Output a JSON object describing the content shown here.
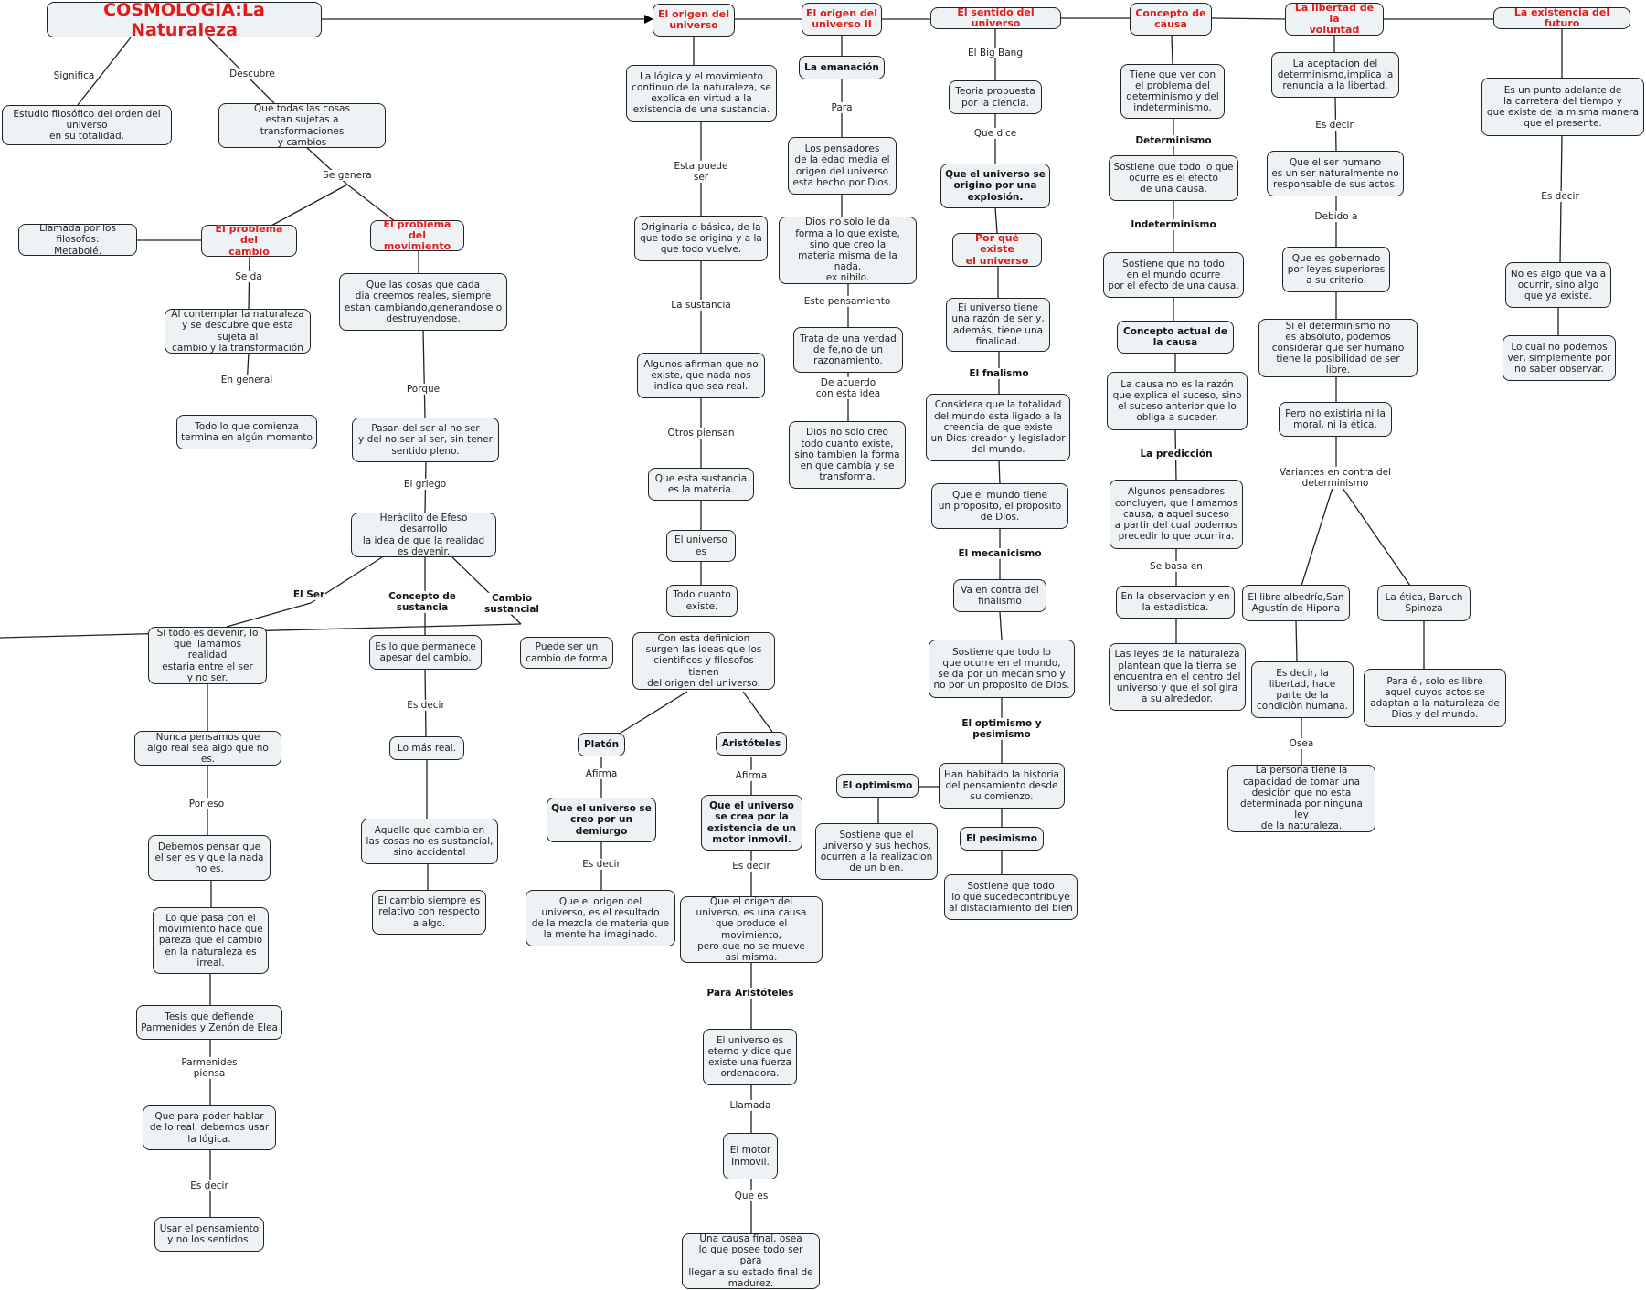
{
  "map": {
    "title": "COSMOLOGIA:La Naturaleza",
    "colors": {
      "node_fill": "#edf3f5",
      "node_border": "#222222",
      "topic_text": "#e21a1a",
      "text": "#222222",
      "background": "#ffffff"
    }
  },
  "nodes": {
    "root": "COSMOLOGIA:La Naturaleza",
    "estudio": "Estudio filosófico del orden del universo\nen su totalidad.",
    "todas_cosas": "Que todas las cosas\nestan sujetas a transformaciones\ny cambios",
    "metabole": "Llamada por los filosofos:\nMetabolé.",
    "prob_cambio": "El problema del\ncambio",
    "prob_mov": "El problema del\nmovimiento",
    "contemplar": "Al contemplar la naturaleza\ny se descubre que esta sujeta al\ncambio y la transformación",
    "todo_comienza": "Todo lo que comienza\ntermina en algún momento",
    "cosas_reales": "Que las cosas que cada\ndia creemos reales, siempre\nestan cambiando,generandose o\ndestruyendose.",
    "pasan_ser": "Pasan del ser al no ser\ny del no ser al ser, sin tener\nsentido pleno.",
    "heraclito": "Heráclito de Efeso desarrollo\nla idea de que la realidad\nes devenir.",
    "si_todo_devenir": "Si todo es devenir, lo\nque llamamos realidad\nestaria entre el ser\ny no ser.",
    "nunca_pensamos": "Nunca pensamos que\nalgo real sea algo que no es.",
    "debemos_pensar": "Debemos pensar que\nel ser es y que la nada\nno es.",
    "lo_que_pasa": "Lo que pasa con el\nmovimiento hace que\npareza que el cambio\nen la naturaleza es\nirreal.",
    "tesis": "Tesis que defiende\nParmenides y Zenón de Elea",
    "para_hablar": "Que para poder hablar\nde lo real, debemos usar\nla lógica.",
    "usar_pensamiento": "Usar el pensamiento\ny no los sentidos.",
    "permanece": "Es lo que permanece\napesar del cambio.",
    "mas_real": "Lo más real.",
    "aquello_cambia": "Aquello que cambia en\nlas cosas no es sustancial,\nsino accidental",
    "cambio_relativo": "El cambio siempre es\nrelativo con respecto\na algo.",
    "cambio_forma": "Puede ser un\ncambio de forma",
    "origen1": "El origen del\nuniverso",
    "logica_mov": "La lógica y el movimiento\ncontinuo de la naturaleza, se\nexplica en virtud a la\nexistencia de una sustancia.",
    "originaria": "Originaria o básica, de la\nque todo se origina y a la\nque todo vuelve.",
    "algunos_afirman": "Algunos afirman que no\nexiste, que nada nos\nindica que sea real.",
    "materia": "Que esta sustancia\nes la materia.",
    "universo_es": "El universo\nes",
    "todo_cuanto": "Todo cuanto\nexiste.",
    "con_definicion": "Con esta definicion\nsurgen las ideas que los\ncientificos y filosofos tienen\ndel origen del universo.",
    "platon": "Platón",
    "aristoteles": "Aristóteles",
    "demiurgo": "Que el universo se\ncreo por un\ndemiurgo",
    "motor_inmovil_b": "Que el universo\nse crea por la\nexistencia de un\nmotor inmovil.",
    "mezcla": "Que el origen del\nuniverso, es el resultado\nde la mezcla de materia que\nla mente ha imaginado.",
    "causa_mov": "Que el origen del\nuniverso, es una causa\nque produce el movimiento,\npero que no se mueve\nasi misma.",
    "eterno": "El universo es\neterno y dice que\nexiste una fuerza\nordenadora.",
    "motor": "El motor\nInmovil.\n ",
    "causa_final": "Una causa final, osea\nlo que posee todo ser para\nllegar a su estado final de\nmadurez.",
    "origen2": "El origen del\nuniverso II",
    "emanacion": "La emanación",
    "pensadores": "Los pensadores\nde la edad media el\norigen del universo\nesta hecho por Dios.",
    "dios_forma": "Dios no solo le da\nforma a lo que existe,\nsino que creo la\nmateria misma de la nada,\nex nihilo.",
    "verdad_fe": "Trata de una verdad\nde fe,no de un\nrazonamiento.",
    "dios_creo": "Dios no solo creo\ntodo cuanto existe,\nsino tambien la forma\nen que cambia y se\ntransforma.",
    "sentido": "El sentido del universo",
    "teoria": "Teoria propuesta\npor la ciencia.",
    "explosion": "Que el universo se\norigino por una\nexplosión.",
    "por_que": "Por qué existe\nel universo",
    "razon_ser": "Ei universo tiene\nuna razón de ser y,\nademás, tiene una\nfinalidad.",
    "totalidad": "Considera que la totalidad\ndel mundo esta ligado a la\ncreencia de que existe\nun Dios creador y legislador\ndel mundo.",
    "proposito": "Que el mundo tiene\nun proposito, el proposito\nde Dios.",
    "contra_finalismo": "Va en contra del\nfinalismo",
    "mecanismo": "Sostiene que todo lo\nque ocurre en el mundo,\nse da por un mecanismo y\nno por un proposito de Dios.",
    "habitado": "Han habitado la historia\ndel pensamiento desde\nsu comienzo.",
    "optimismo": "El optimismo",
    "pesimismo": "El pesimismo",
    "bien": "Sostiene que el\nuniverso y sus hechos,\nocurren a la realizacion\nde un bien.",
    "distanciamiento": "Sostiene que todo\nlo que sucedecontribuye\nal distaciamiento del bien",
    "causa": "Concepto de\ncausa",
    "tiene_ver": "Tiene que ver con\nel problema del\ndeterminismo y del\nindeterminismo.",
    "det_def": "Sostiene que todo lo que\nocurre es el efecto\nde una causa.",
    "indet_def": "Sostiene que no todo\nen el mundo ocurre\npor el efecto de una causa.",
    "actual": "Concepto actual de\nla causa",
    "no_razon": "La causa no es la razón\nque explica el  suceso, sino\nel suceso anterior que lo\nobliga a suceder.",
    "algunos_pens": "Algunos pensadores\nconcluyen, que llamamos\ncausa, a aquel suceso\na partir del cual podemos\nprecedir lo que ocurrira.",
    "observacion": "En la observacion y en\nla estadistica.",
    "leyes": "Las leyes de la naturaleza\nplantean que la tierra se\nencuentra en el centro del\nuniverso y que el sol gira\na su alrededor.",
    "libertad": "La libertad de la\nvoluntad",
    "aceptacion": "La aceptacion del\ndeterminismo,implica la\nrenuncia a la libertad.",
    "ser_humano": "Que el ser humano\nes un ser naturalmente no\nresponsable de sus actos.",
    "gobernado": "Que es gobernado\npor leyes superiores\na su criterio.",
    "no_absoluto": "Si el determinismo no\nes absoluto, podemos\nconsiderar que ser humano\ntiene la posibilidad de ser libre.",
    "moral": "Pero no existiria ni la\nmoral, ni la ética.",
    "albedrio": "El libre albedrío,San\nAgustín de Hipona",
    "etica_spinoza": "La ética, Baruch\nSpinoza",
    "condicion": "Es decir, la\nlibertad, hace\nparte de la\ncondiciòn humana.",
    "para_el": "Para él, solo es libre\naquel cuyos actos se\nadaptan a la naturaleza de\nDios y del mundo.",
    "persona": "La persona tiene la\ncapacidad de tomar una\ndesiciòn que no esta\ndeterminada por ninguna ley\nde la naturaleza.",
    "futuro": "La existencia del futuro",
    "punto": "Es un punto adelante de\nla carretera del tiempo y\nque existe de la misma manera\nque el presente.",
    "ya_existe": "No es algo que va a\nocurrir, sino algo\nque ya existe.",
    "no_ver": "Lo cual no podemos\nver, simplemente por\nno saber observar."
  },
  "links": {
    "significa": "Significa",
    "descubre": "Descubre",
    "se_genera": "Se genera",
    "se_da": "Se da",
    "en_general": "En general",
    "porque": "Porque",
    "el_griego": "El griego",
    "el_ser": "El Ser",
    "concepto_sustancia": "Concepto de\nsustancia",
    "cambio_sustancial": "Cambio\nsustancial",
    "por_eso": "Por eso",
    "parmenides_piensa": "Parmenides\npiensa",
    "es_decir_1": "Es decir",
    "es_decir_2": "Es decir",
    "esta_puede_ser": "Esta puede\nser",
    "la_sustancia": "La sustancia",
    "otros_piensan": "Otros piensan",
    "afirma_1": "Afirma",
    "afirma_2": "Afirma",
    "es_decir_3": "Es decir",
    "es_decir_4": "Es decir",
    "para_aristoteles": "Para Aristóteles",
    "llamada": "Llamada",
    "que_es": "Que es",
    "para": "Para",
    "este_pensamiento": "Este pensamiento",
    "de_acuerdo": "De acuerdo\ncon esta idea",
    "big_bang": "El Big Bang",
    "que_dice": "Que dice",
    "finalismo": "El fnalismo",
    "mecanicismo": "El mecanicismo",
    "optimismo_pesimismo": "El optimismo y\npesimismo",
    "determinismo": "Determinismo",
    "indeterminismo": "Indeterminismo",
    "prediccion": "La predicción",
    "se_basa_en": "Se basa en",
    "es_decir_5": "Es decir",
    "debido_a": "Debido a",
    "variantes": "Variantes en contra del\ndeterminismo",
    "osea": "Osea",
    "es_decir_6": "Es decir"
  }
}
